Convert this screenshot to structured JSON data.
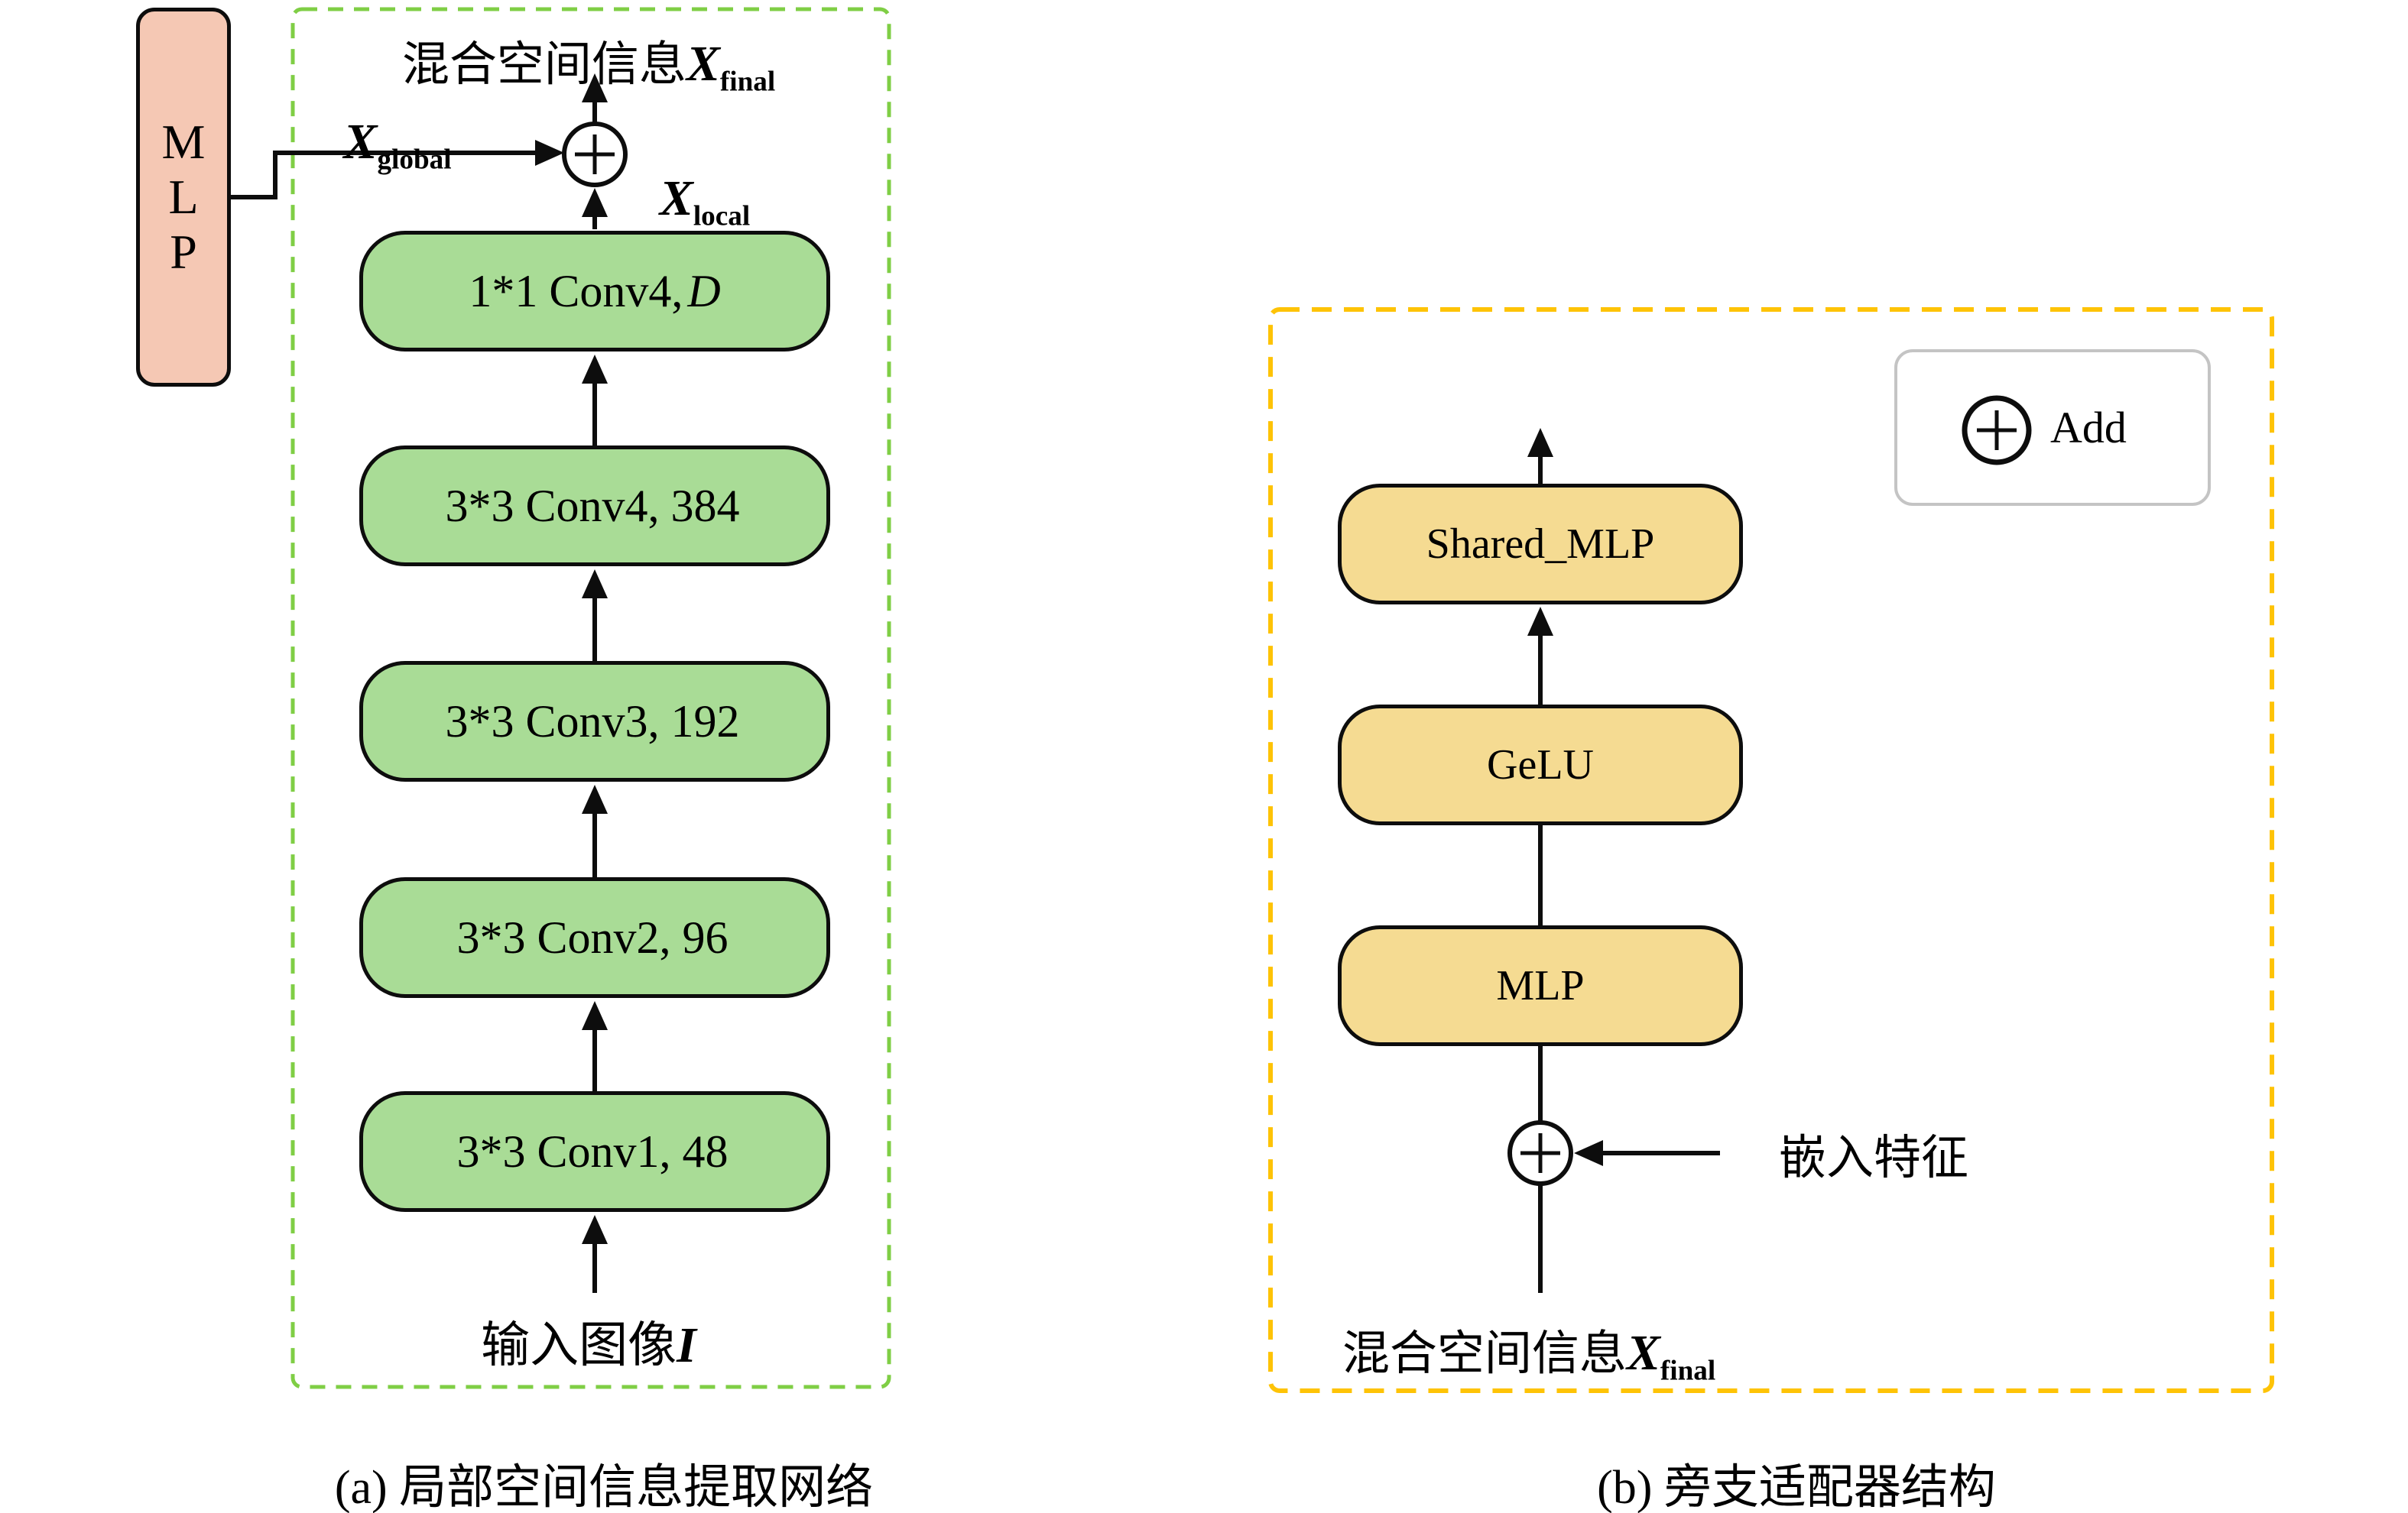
{
  "colors": {
    "green_fill": "#A9DC96",
    "pink_fill": "#F5C8B4",
    "yellow_fill": "#F5DB92",
    "green_dash": "#7FCE45",
    "yellow_dash": "#FEC306",
    "legend_border": "#C4C4C4",
    "line": "#0d0d0d"
  },
  "diagram_a": {
    "caption": "(a) 局部空间信息提取网络",
    "side_box_letters": {
      "l1": "M",
      "l2": "L",
      "l3": "P"
    },
    "output_label": {
      "cn": "混合空间信息",
      "var": "X",
      "sub": "final"
    },
    "x_global": {
      "var": "X",
      "sub": "global"
    },
    "x_local": {
      "var": "X",
      "sub": "local"
    },
    "conv_boxes": [
      {
        "text": "1*1 Conv4,",
        "italic": "D"
      },
      {
        "text": "3*3 Conv4, 384",
        "italic": ""
      },
      {
        "text": "3*3 Conv3, 192",
        "italic": ""
      },
      {
        "text": "3*3 Conv2, 96",
        "italic": ""
      },
      {
        "text": "3*3 Conv1, 48",
        "italic": ""
      }
    ],
    "input_label": {
      "cn": "输入图像",
      "var": "I"
    }
  },
  "diagram_b": {
    "caption": "(b) 旁支适配器结构",
    "legend": {
      "label": "Add"
    },
    "boxes": [
      "Shared_MLP",
      "GeLU",
      "MLP"
    ],
    "embed_label": "嵌入特征",
    "bottom_label": {
      "cn": "混合空间信息",
      "var": "X",
      "sub": "final"
    }
  }
}
